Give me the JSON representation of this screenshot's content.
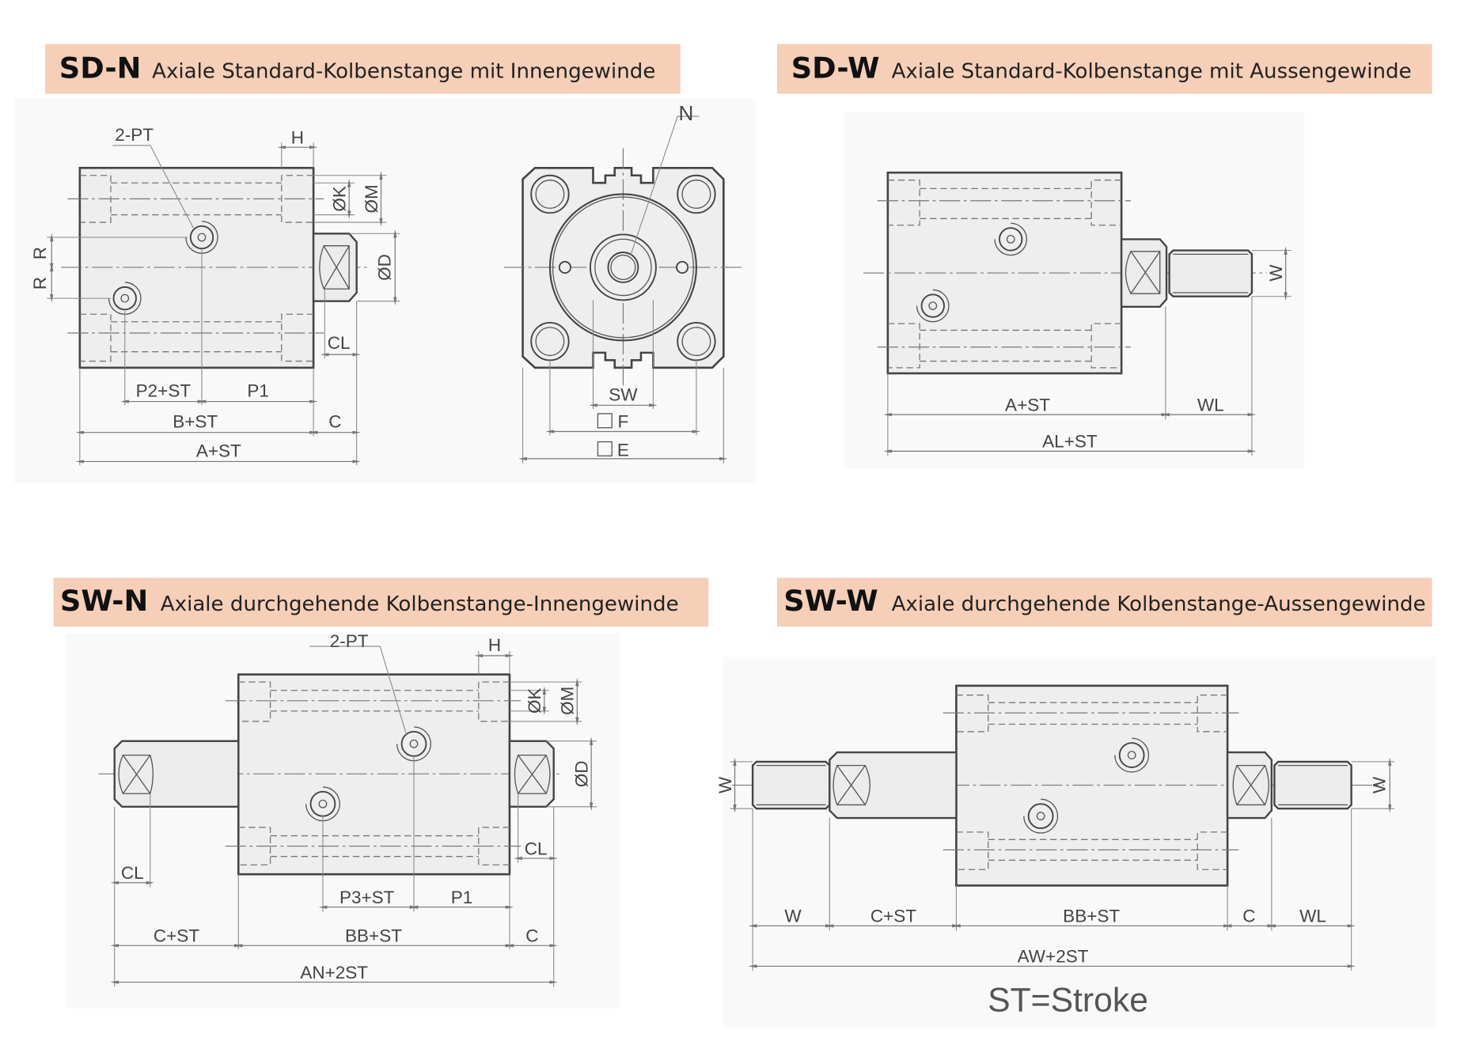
{
  "sd_n": {
    "code": "SD-N",
    "title": "Axiale Standard-Kolbenstange mit Innengewinde",
    "side": {
      "port": "2-PT",
      "h": "H",
      "k": "ØK",
      "m": "ØM",
      "d": "ØD",
      "r1": "R",
      "r2": "R",
      "cl": "CL",
      "p2": "P2+ST",
      "p1": "P1",
      "b": "B+ST",
      "c": "C",
      "a": "A+ST"
    },
    "front": {
      "n": "N",
      "sw": "SW",
      "f": "F",
      "e": "E"
    }
  },
  "sd_w": {
    "code": "SD-W",
    "title": "Axiale Standard-Kolbenstange mit Aussengewinde",
    "w": "W",
    "a": "A+ST",
    "wl": "WL",
    "al": "AL+ST"
  },
  "sw_n": {
    "code": "SW-N",
    "title": "Axiale durchgehende Kolbenstange-Innengewinde",
    "port": "2-PT",
    "h": "H",
    "k": "ØK",
    "m": "ØM",
    "d": "ØD",
    "cl_left": "CL",
    "cl_right": "CL",
    "p3": "P3+ST",
    "p1": "P1",
    "c_st": "C+ST",
    "bb": "BB+ST",
    "c": "C",
    "an": "AN+2ST"
  },
  "sw_w": {
    "code": "SW-W",
    "title": "Axiale durchgehende Kolbenstange-Aussengewinde",
    "w_left": "W",
    "w_right": "W",
    "w_bottom": "W",
    "c_st": "C+ST",
    "bb": "BB+ST",
    "c": "C",
    "wl": "WL",
    "aw": "AW+2ST"
  },
  "footnote": "ST=Stroke"
}
